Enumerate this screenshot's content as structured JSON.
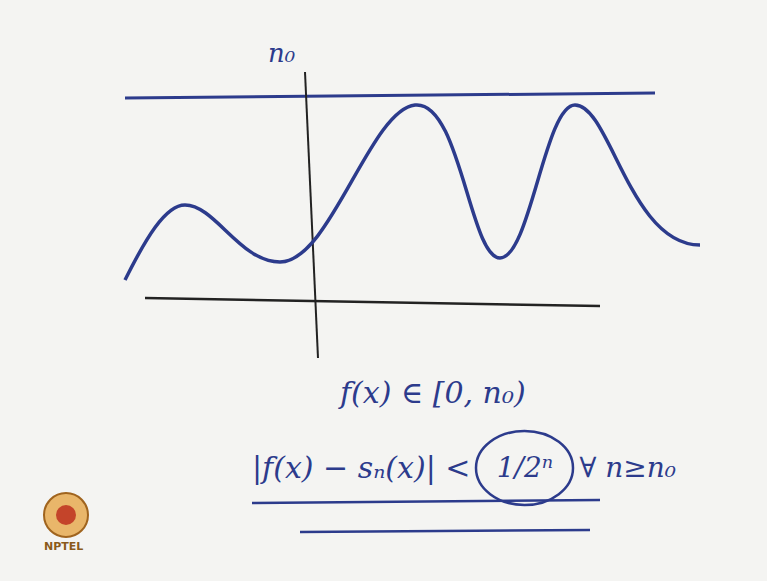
{
  "diagram": {
    "nodes": [
      {
        "text": [
          "1/2ⁿ"
        ]
      }
    ],
    "labels": [
      "n₀",
      "f(x) ∈ [0, n₀)",
      "|f(x) − sₙ(x)| <",
      "∀ n≥n₀",
      "NPTEL"
    ]
  }
}
